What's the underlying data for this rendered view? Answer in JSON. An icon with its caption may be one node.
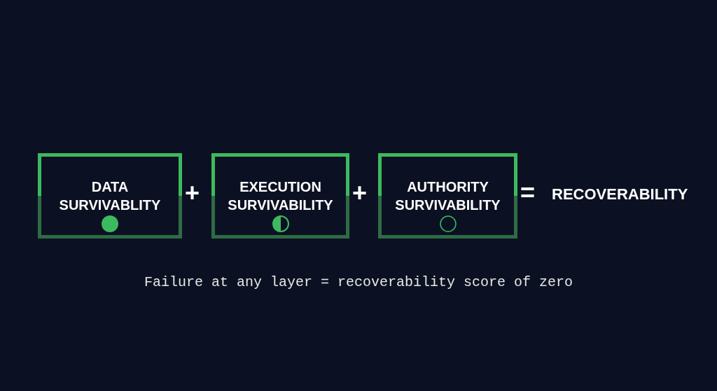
{
  "diagram": {
    "caption": "Failure at any layer = recoverability score of zero",
    "nodes": [
      {
        "text": [
          "DATA SURVIVABLITY"
        ]
      },
      {
        "text": [
          "EXECUTION SURVIVABILITY"
        ]
      },
      {
        "text": [
          "AUTHORITY SURVIVABILITY"
        ]
      }
    ],
    "labels": [
      "+",
      "+",
      "=",
      "RECOVERABILITY"
    ]
  }
}
